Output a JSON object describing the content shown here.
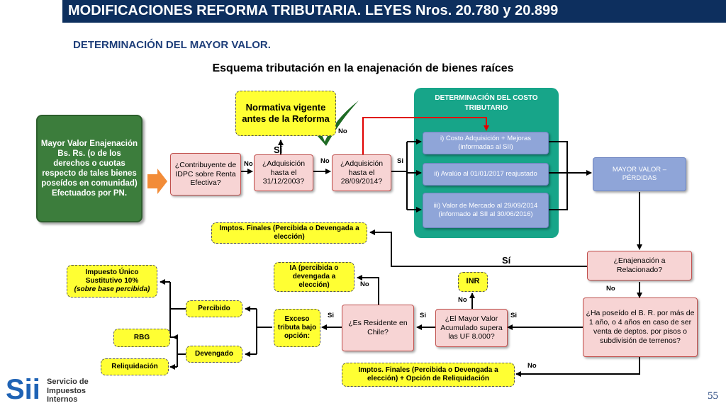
{
  "header": {
    "title": "MODIFICACIONES REFORMA TRIBUTARIA. LEYES Nros. 20.780 y 20.899",
    "subtitle": "DETERMINACIÓN DEL MAYOR VALOR.",
    "scheme_title": "Esquema tributación en la enajenación de bienes raíces"
  },
  "nodes": {
    "mayor_valor": "Mayor Valor Enajenación Bs. Rs. (o de los derechos o cuotas respecto de tales bienes poseídos en comunidad) Efectuados por PN.",
    "contribuyente": "¿Contribuyente de IDPC sobre Renta Efectiva?",
    "normativa": "Normativa vigente antes de la Reforma",
    "adq_2003": "¿Adquisición hasta el 31/12/2003?",
    "adq_2014": "¿Adquisición hasta el 28/09/2014?",
    "det_title": "DETERMINACIÓN DEL COSTO TRIBUTARIO",
    "costo_i": "i) Costo Adquisición + Mejoras (informadas al SII)",
    "costo_ii": "ii) Avalúo al 01/01/2017 reajustado",
    "costo_iii": "iii) Valor de Mercado al 29/09/2014 (informado al SII al 30/06/2016)",
    "mayor_valor_perdidas": "MAYOR VALOR – PÉRDIDAS",
    "imptos_finales_top": "Imptos. Finales (Percibida o Devengada a elección)",
    "enajenacion_relacionado": "¿Enajenación a Relacionado?",
    "ha_poseido": "¿Ha poseído el B. R. por más de 1 año, o 4 años en caso de ser venta de deptos. por pisos o subdivisión de terrenos?",
    "imptos_finales_bottom": "Imptos. Finales (Percibida o Devengada a elección) + Opción de Reliquidación",
    "inr": "INR",
    "mayor_valor_uf": "¿El Mayor Valor Acumulado supera las UF 8.000?",
    "residente": "¿Es Residente en Chile?",
    "ia": "IA (percibida o devengada a elección)",
    "exceso": "Exceso tributa bajo opción:",
    "impuesto_unico": "Impuesto Único Sustitutivo 10%",
    "impuesto_unico_note": "(sobre base percibida)",
    "percibido": "Percibido",
    "devengado": "Devengado",
    "rbg": "RBG",
    "reliquidacion": "Reliquidación"
  },
  "labels": {
    "si": "Sí",
    "si_plain": "Si",
    "no": "No"
  },
  "footer": {
    "logo_letters": "Sii",
    "org_line1": "Servicio de",
    "org_line2": "Impuestos",
    "org_line3": "Internos",
    "page_number": "55"
  },
  "colors": {
    "banner": "#0d2f5e",
    "green_box": "#3c7d3c",
    "teal_panel": "#17a589",
    "pink_box": "#f7d4d4",
    "yellow_box": "#ffff33",
    "purple_box": "#8fa5d8",
    "orange_arrow": "#f28c38",
    "checkmark": "#1e6b24",
    "red_connector": "#e00000"
  }
}
